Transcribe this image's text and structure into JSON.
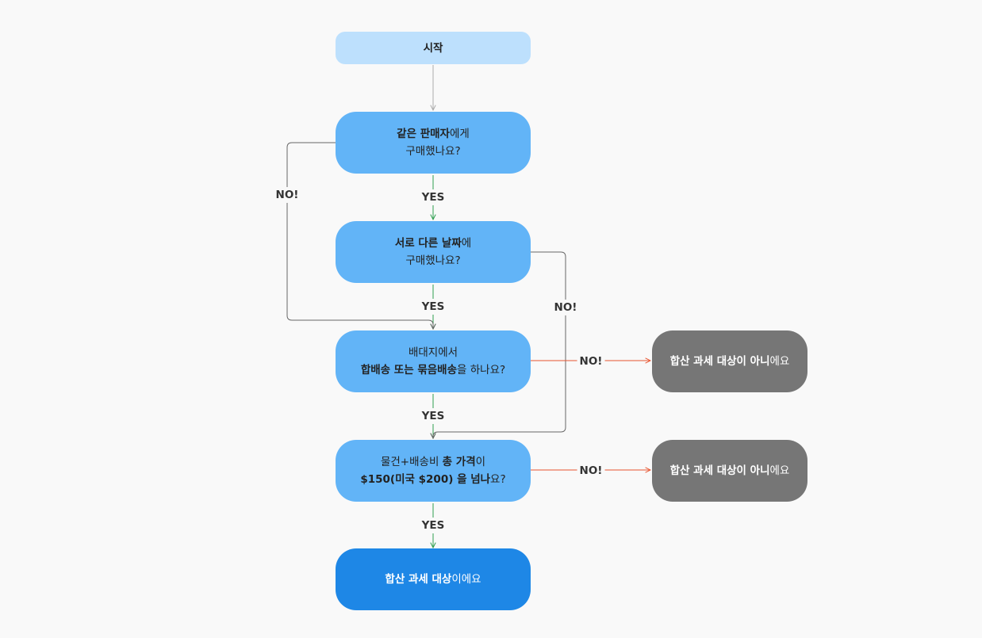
{
  "nodes": {
    "start": {
      "text": "시작"
    },
    "q1": {
      "line1": [
        {
          "t": "같은 판매자",
          "b": true
        },
        {
          "t": "에게",
          "b": false
        }
      ],
      "line2": [
        {
          "t": "구매했나요?",
          "b": false
        }
      ]
    },
    "q2": {
      "line1": [
        {
          "t": "서로 다른 날짜",
          "b": true
        },
        {
          "t": "에",
          "b": false
        }
      ],
      "line2": [
        {
          "t": "구매했나요?",
          "b": false
        }
      ]
    },
    "q3": {
      "line1": [
        {
          "t": "배대지에서",
          "b": false
        }
      ],
      "line2": [
        {
          "t": "합배송 또는 묶음배송",
          "b": true
        },
        {
          "t": "을 하나요?",
          "b": false
        }
      ]
    },
    "q4": {
      "line1": [
        {
          "t": "물건+배송비 ",
          "b": false
        },
        {
          "t": "총 가격",
          "b": true
        },
        {
          "t": "이",
          "b": false
        }
      ],
      "line2": [
        {
          "t": "$150(미국 $200) 을 넘나",
          "b": true
        },
        {
          "t": "요?",
          "b": false
        }
      ]
    },
    "no3": {
      "line1": [
        {
          "t": "합산 과세 대상이 아니",
          "b": true
        },
        {
          "t": "에요",
          "b": false
        }
      ]
    },
    "no4": {
      "line1": [
        {
          "t": "합산 과세 대상이 아니",
          "b": true
        },
        {
          "t": "에요",
          "b": false
        }
      ]
    },
    "end": {
      "line1": [
        {
          "t": "합산 과세 대상",
          "b": true
        },
        {
          "t": "이에요",
          "b": false
        }
      ]
    }
  },
  "labels": {
    "yes1": "YES",
    "yes2": "YES",
    "yes3": "YES",
    "yes4": "YES",
    "no1": "NO!",
    "no2": "NO!",
    "no3": "NO!",
    "no4": "NO!"
  },
  "colors": {
    "start_fill": "#bde0fd",
    "question_fill": "#62b4f7",
    "no_fill": "#767676",
    "end_fill": "#1e87e6",
    "yes_arrow": "#2e9e4f",
    "no_arrow_red": "#e8542f",
    "no_arrow_gray": "#666666",
    "start_arrow": "#aaaaaa"
  }
}
